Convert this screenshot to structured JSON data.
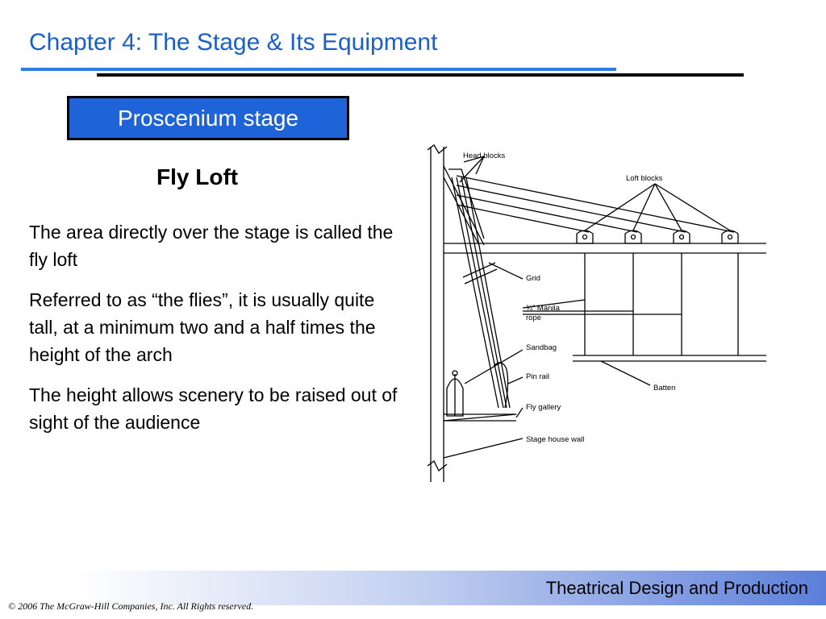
{
  "header": {
    "chapter_title": "Chapter 4:  The Stage & Its Equipment"
  },
  "section": {
    "heading": "Proscenium stage",
    "subheading": "Fly Loft",
    "paragraphs": [
      "The area directly over the stage is called the fly loft",
      "Referred to as “the flies”, it is usually quite tall, at a minimum two and a half times the height of the arch",
      "The height allows scenery to be raised out of sight of the audience"
    ]
  },
  "diagram": {
    "labels": {
      "head_blocks": "Head blocks",
      "loft_blocks": "Loft blocks",
      "grid": "Grid",
      "manila_rope_1": "¾″ Manila",
      "manila_rope_2": "rope",
      "sandbag": "Sandbag",
      "pin_rail": "Pin rail",
      "batten": "Batten",
      "fly_gallery": "Fly gallery",
      "stage_house_wall": "Stage house wall"
    }
  },
  "footer": {
    "title": "Theatrical Design and Production",
    "copyright": "© 2006 The McGraw-Hill Companies, Inc. All Rights reserved."
  },
  "colors": {
    "title_blue": "#1a5fc7",
    "heading_box_blue": "#1e63d7",
    "rule_blue": "#2f7de0"
  }
}
